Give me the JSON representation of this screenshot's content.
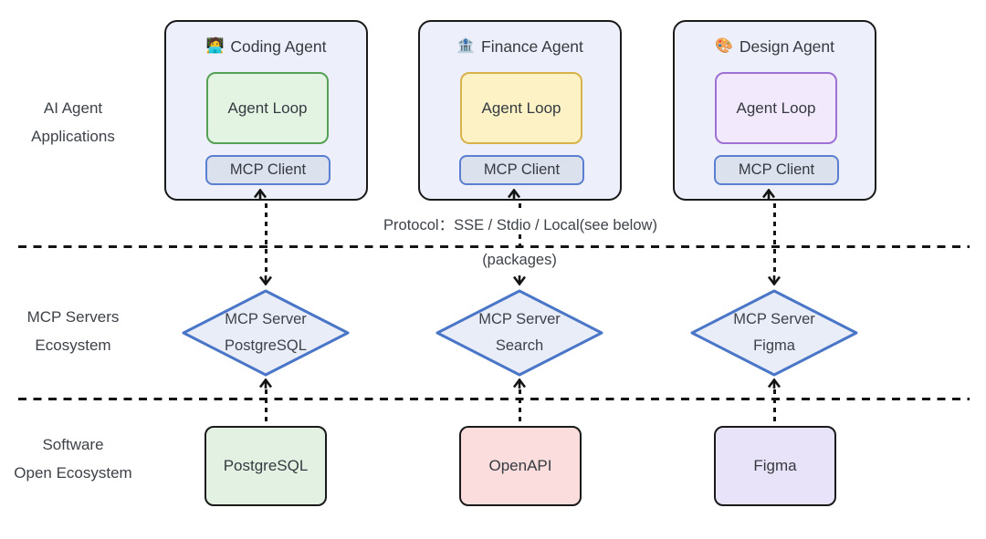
{
  "row_labels": {
    "top": {
      "line1": "AI Agent",
      "line2": "Applications"
    },
    "middle": {
      "line1": "MCP Servers",
      "line2": "Ecosystem"
    },
    "bottom": {
      "line1": "Software",
      "line2": "Open Ecosystem"
    }
  },
  "agents": [
    {
      "icon": "🧑‍💻",
      "name": "Coding Agent",
      "loop_label": "Agent Loop",
      "client_label": "MCP Client",
      "loop_fill": "#e3f4e3",
      "loop_border": "#55a257"
    },
    {
      "icon": "🏦",
      "name": "Finance Agent",
      "loop_label": "Agent Loop",
      "client_label": "MCP Client",
      "loop_fill": "#fdf2c6",
      "loop_border": "#d8b24b"
    },
    {
      "icon": "🎨",
      "name": "Design Agent",
      "loop_label": "Agent Loop",
      "client_label": "MCP Client",
      "loop_fill": "#f3e9fc",
      "loop_border": "#9c70d4"
    }
  ],
  "protocol_label": "Protocol：SSE / Stdio / Local(see below)",
  "packages_label": "(packages)",
  "servers": [
    {
      "line1": "MCP Server",
      "line2": "PostgreSQL"
    },
    {
      "line1": "MCP Server",
      "line2": "Search"
    },
    {
      "line1": "MCP Server",
      "line2": "Figma"
    }
  ],
  "software": [
    {
      "label": "PostgreSQL",
      "fill": "#e3f1e2"
    },
    {
      "label": "OpenAPI",
      "fill": "#fbdddd"
    },
    {
      "label": "Figma",
      "fill": "#e9e3f9"
    }
  ],
  "colors": {
    "card_fill": "#edf0fa",
    "card_border": "#1a1a1a",
    "client_fill": "#dce1ee",
    "client_border": "#5b7fd0",
    "diamond_fill": "#e9edf8",
    "diamond_border": "#4a76c8",
    "connector": "#141414",
    "text": "#3d4249"
  }
}
